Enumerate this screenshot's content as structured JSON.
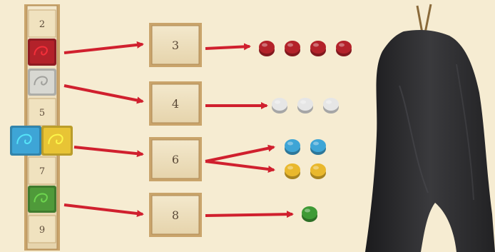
{
  "track": {
    "cells": [
      {
        "kind": "number",
        "label": "2"
      },
      {
        "kind": "tile",
        "color": "#b3222a",
        "icon": "red-dragon-tile-icon"
      },
      {
        "kind": "tile",
        "color": "#d8d8d2",
        "icon": "white-dragon-tile-icon"
      },
      {
        "kind": "number",
        "label": "5"
      },
      {
        "kind": "tiles",
        "colors": [
          "#3ea5d6",
          "#e8c435"
        ],
        "icon": "blue-yellow-dragon-tiles-icon"
      },
      {
        "kind": "number",
        "label": "7"
      },
      {
        "kind": "tile",
        "color": "#4f9a3a",
        "icon": "green-dragon-tile-icon"
      },
      {
        "kind": "number",
        "label": "9"
      }
    ]
  },
  "boxes": [
    {
      "label": "3",
      "discs": [
        {
          "color": "#b3222a",
          "count": 4
        }
      ]
    },
    {
      "label": "4",
      "discs": [
        {
          "color": "#e6e6e6",
          "count": 3
        }
      ]
    },
    {
      "label": "6",
      "discs": [
        {
          "color": "#3ea5d6",
          "count": 2
        },
        {
          "color": "#e9b82d",
          "count": 2
        }
      ]
    },
    {
      "label": "8",
      "discs": [
        {
          "color": "#3e9a35",
          "count": 1
        }
      ]
    }
  ],
  "colors": {
    "arrow": "#d0202e",
    "paper": "#f6ecd2",
    "parchment": "#efe2c2",
    "wood": "#c9a46b",
    "bag": "#2a2a2c"
  },
  "bag": {
    "icon": "cloth-bag-icon"
  }
}
